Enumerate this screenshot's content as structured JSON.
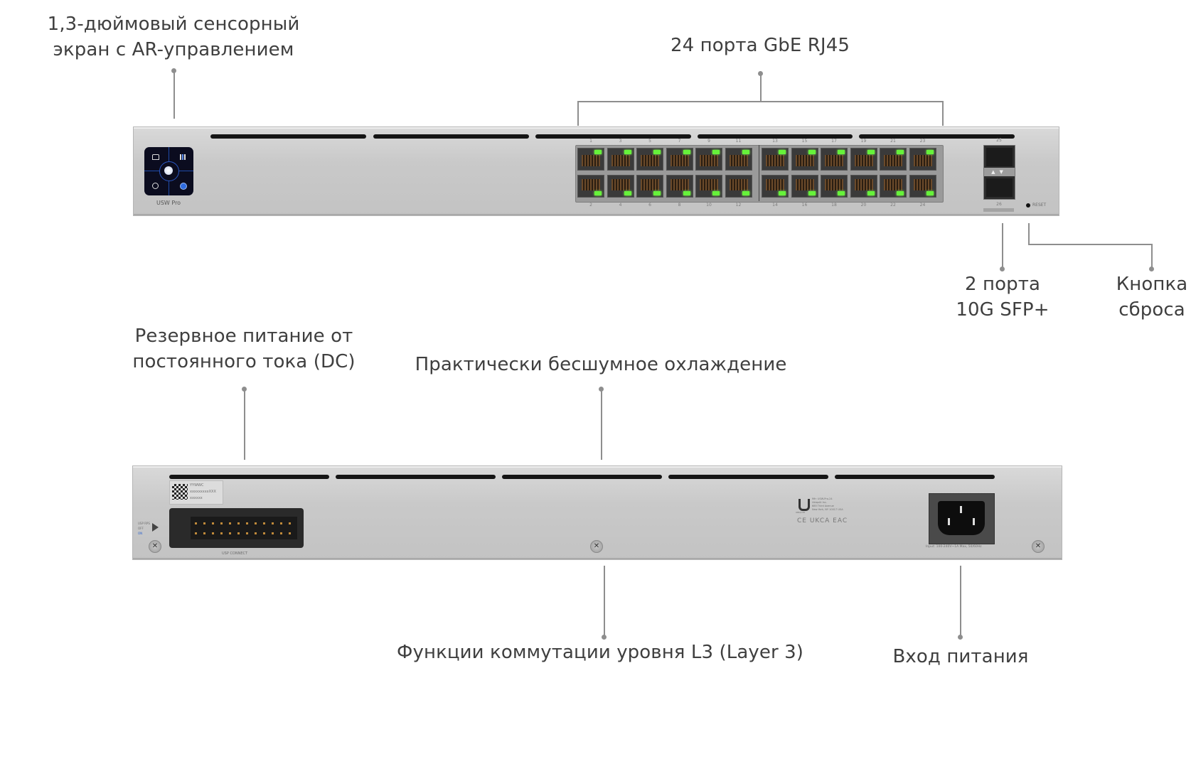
{
  "front": {
    "model_label": "USW Pro",
    "ports_top": [
      "1",
      "3",
      "5",
      "7",
      "9",
      "11",
      "13",
      "15",
      "17",
      "19",
      "21",
      "23"
    ],
    "ports_bottom": [
      "2",
      "4",
      "6",
      "8",
      "10",
      "12",
      "14",
      "16",
      "18",
      "20",
      "22",
      "24"
    ],
    "sfp_top": "25",
    "sfp_bottom": "26",
    "sfp_speed": "10G",
    "reset_label": "RESET",
    "led_color": "#66f23a",
    "touchscreen_accent": "#1e5fd1"
  },
  "rear": {
    "label_lines": [
      "YYWWC",
      "xxxxxxxxxXXX",
      "xxxxxx"
    ],
    "usp_rps_label": "USP RPS",
    "usp_off": "OFF",
    "usp_on": "ON",
    "connector_label": "USP CONNECT",
    "maker_lines": [
      "Mfr: USW-Pro-24",
      "Ubiquiti Inc.",
      "685 Third Avenue",
      "New York, NY 10017 USA"
    ],
    "maker_logo_caption": "UBIQUITI",
    "cert_marks": "CE UKCA EAC",
    "power_rating": "Input: 100-240V~1A Max, 50/60Hz"
  },
  "callouts": {
    "touchscreen": [
      "1,3-дюймовый сенсорный",
      "экран с AR-управлением"
    ],
    "rj45": "24 порта GbE RJ45",
    "sfp": [
      "2 порта",
      "10G SFP+"
    ],
    "reset": [
      "Кнопка",
      "сброса"
    ],
    "dc_backup": [
      "Резервное питание от",
      "постоянного тока (DC)"
    ],
    "cooling": "Практически бесшумное охлаждение",
    "l3": "Функции коммутации уровня L3 (Layer 3)",
    "power_in": "Вход питания"
  }
}
